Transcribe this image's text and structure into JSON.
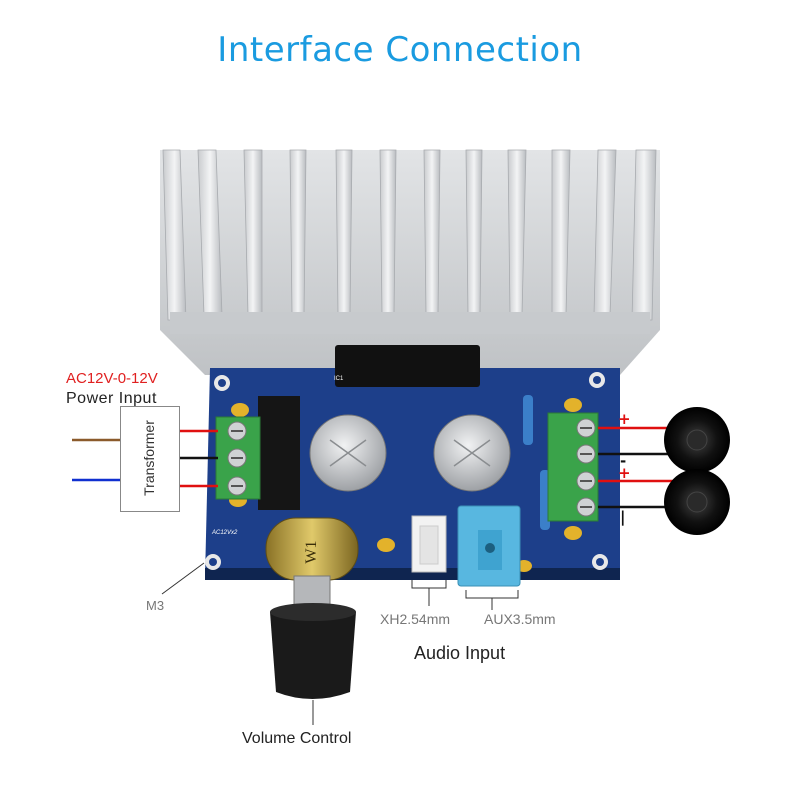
{
  "title": "Interface  Connection",
  "power": {
    "voltage": "AC12V-0-12V",
    "label": "Power  Input"
  },
  "transformer_label": "Transformer",
  "mount_hole_label": "M3",
  "audio": {
    "xh_label": "XH2.54mm",
    "aux_label": "AUX3.5mm",
    "label": "Audio Input"
  },
  "volume_label": "Volume Control",
  "speaker_polarity": {
    "plus": "+",
    "minus": "-",
    "minus_bar": "|"
  },
  "board_silkscreen": {
    "model": "AC12Vx2",
    "ic": "IC1"
  },
  "potentiometer_label": "W1",
  "colors": {
    "title": "#1a9be0",
    "voltage_text": "#e02020",
    "wire_brown": "#8b5a2b",
    "wire_blue": "#1030d0",
    "wire_red": "#e01010",
    "wire_black": "#111111",
    "pcb_blue": "#1d3f8a",
    "terminal_green": "#3aa34a",
    "heatsink": "#d8dadc"
  }
}
